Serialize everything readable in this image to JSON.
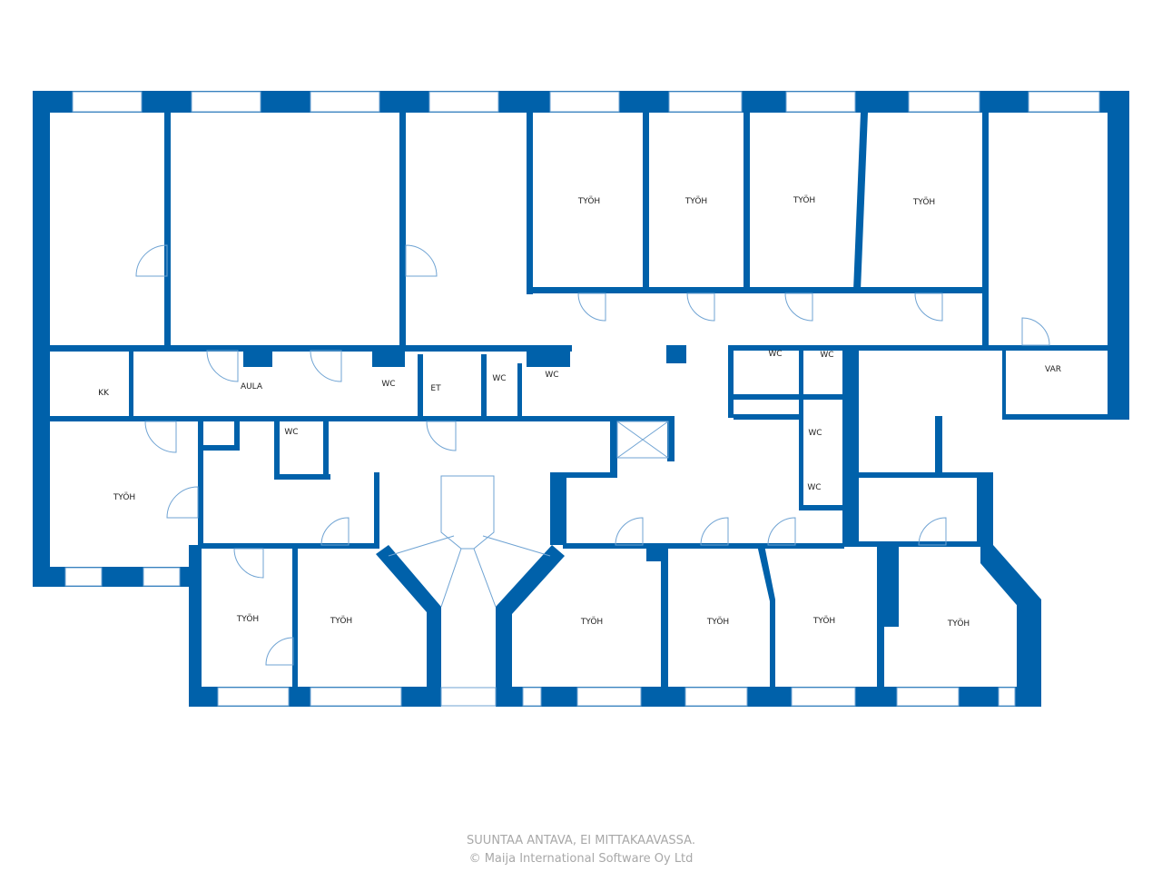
{
  "colors": {
    "wall": "#0061aa",
    "fixture": "#6fa3d3"
  },
  "rooms": [
    "TYÖH",
    "TYÖH",
    "TYÖH",
    "TYÖH",
    "VAR",
    "AULA",
    "KK",
    "WC",
    "ET",
    "WC",
    "WC",
    "WC",
    "WC",
    "WC",
    "WC",
    "WC",
    "TYÖH",
    "TYÖH",
    "TYÖH",
    "TYÖH",
    "TYÖH",
    "TYÖH",
    "TYÖH"
  ],
  "footer": {
    "line1": "SUUNTAA ANTAVA, EI MITTAKAAVASSA.",
    "line2": "© Maija International Software Oy Ltd"
  }
}
